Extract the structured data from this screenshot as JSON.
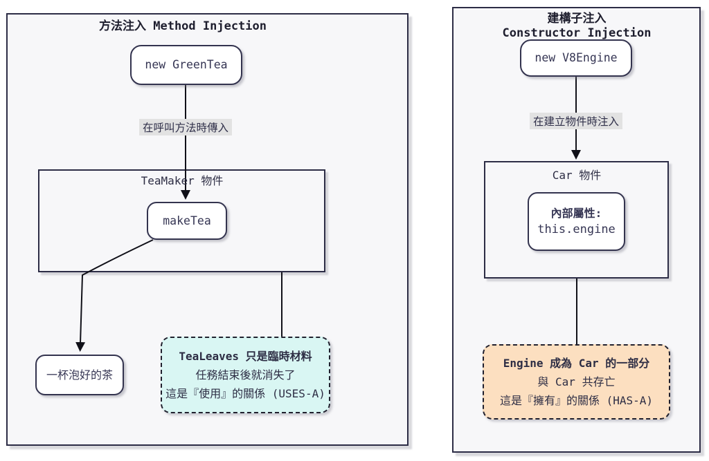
{
  "diagram": {
    "left": {
      "title": "方法注入 Method Injection",
      "source_node": "new GreenTea",
      "edge_label": "在呼叫方法時傳入",
      "container_title": "TeaMaker 物件",
      "method_node": "makeTea",
      "result_node": "一杯泡好的茶",
      "note": {
        "line1": "TeaLeaves 只是臨時材料",
        "line2": "任務結束後就消失了",
        "line3": "這是『使用』的關係 (USES-A)"
      }
    },
    "right": {
      "title_line1": "建構子注入",
      "title_line2": "Constructor Injection",
      "source_node": "new V8Engine",
      "edge_label": "在建立物件時注入",
      "container_title": "Car 物件",
      "property_label": "內部屬性:",
      "property_value": "this.engine",
      "note": {
        "line1": "Engine 成為 Car 的一部分",
        "line2": "與 Car 共存亡",
        "line3": "這是『擁有』的關係 (HAS-A)"
      }
    },
    "colors": {
      "border": "#2c2c45",
      "arrow_line": "#101018",
      "panel_bg": "#f7f7f9",
      "node_bg": "#ffffff",
      "edge_label_bg": "#e2e2e2",
      "uses_note_bg": "#d9f6f3",
      "has_note_bg": "#fcdfc0",
      "text": "#2d2d44"
    }
  }
}
